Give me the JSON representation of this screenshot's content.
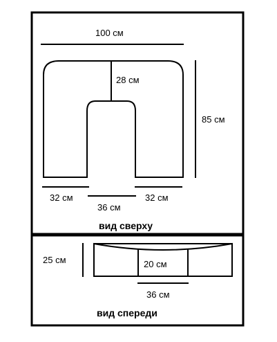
{
  "top_view": {
    "total_width": "100 см",
    "inner_depth": "28 см",
    "total_depth": "85 см",
    "left_arm_width": "32 см",
    "gap_width": "36 см",
    "right_arm_width": "32 см",
    "caption": "вид сверху"
  },
  "front_view": {
    "height": "25 см",
    "inner_height": "20 см",
    "inner_width": "36 см",
    "caption": "вид спереди"
  }
}
